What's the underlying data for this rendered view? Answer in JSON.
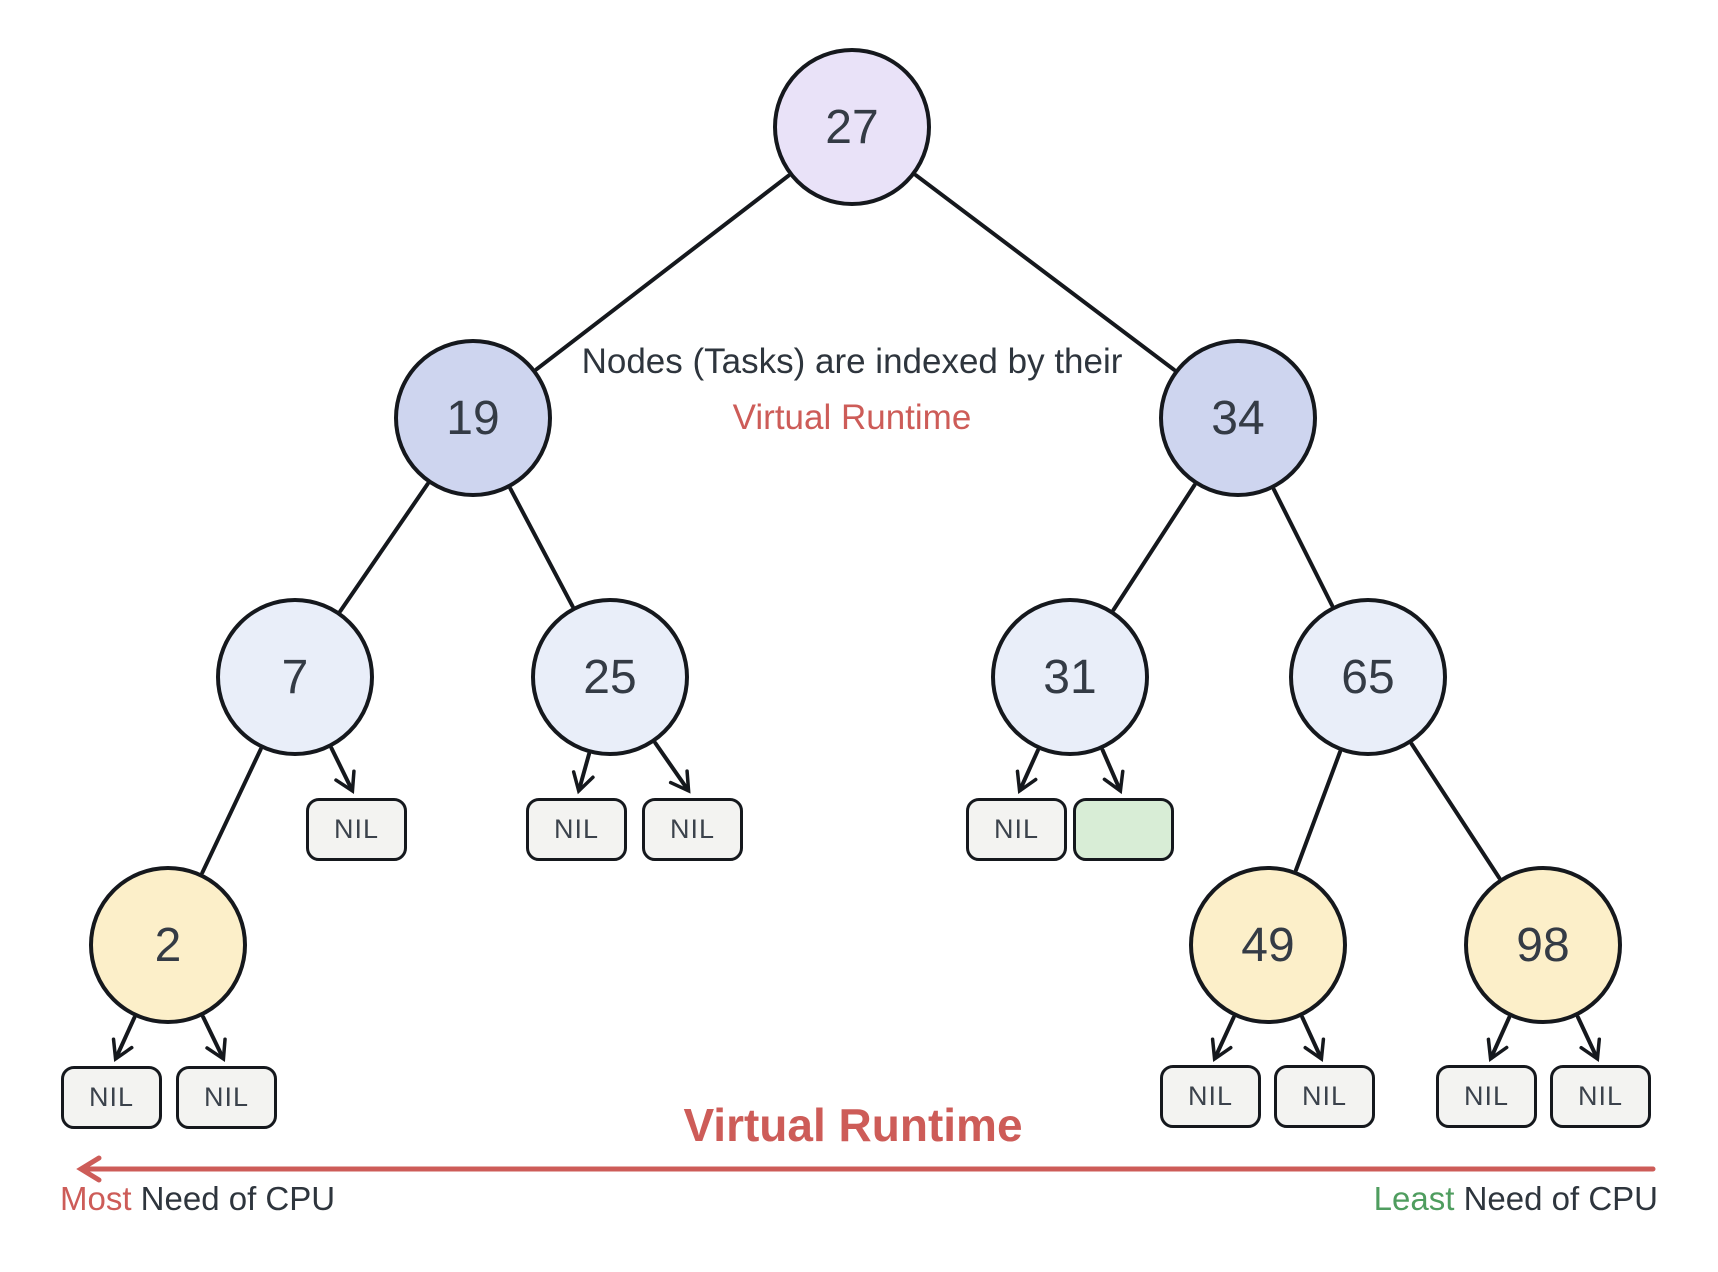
{
  "figure": {
    "annotation_line1": "Nodes (Tasks) are indexed by their",
    "annotation_line2": "Virtual Runtime",
    "axis_title": "Virtual Runtime",
    "left_label_accent": "Most",
    "left_label_rest": " Need of CPU",
    "right_label_accent": "Least",
    "right_label_rest": " Need of CPU"
  },
  "nil_label": "NIL",
  "nodes": {
    "n27": "27",
    "n19": "19",
    "n34": "34",
    "n7": "7",
    "n25": "25",
    "n31": "31",
    "n65": "65",
    "n2": "2",
    "n49": "49",
    "n98": "98"
  },
  "tree": {
    "root": {
      "value": 27,
      "left": {
        "value": 19,
        "left": {
          "value": 7,
          "left": {
            "value": 2,
            "left": "NIL",
            "right": "NIL"
          },
          "right": "NIL"
        },
        "right": {
          "value": 25,
          "left": "NIL",
          "right": "NIL"
        }
      },
      "right": {
        "value": 34,
        "left": {
          "value": 31,
          "left": "NIL",
          "right": "EMPTY_GREEN_SLOT"
        },
        "right": {
          "value": 65,
          "left": {
            "value": 49,
            "left": "NIL",
            "right": "NIL"
          },
          "right": {
            "value": 98,
            "left": "NIL",
            "right": "NIL"
          }
        }
      }
    }
  },
  "colors": {
    "stroke": "#15181d",
    "root_fill": "#e9e2f8",
    "level1_fill": "#ced5ef",
    "level2_fill": "#e9eef9",
    "task_fill": "#fcefc9",
    "nil_fill": "#f3f3f1",
    "empty_slot_fill": "#d8edd6",
    "accent_red": "#cd5c58",
    "accent_green": "#4f9d5f",
    "text_dark": "#2e353d"
  }
}
